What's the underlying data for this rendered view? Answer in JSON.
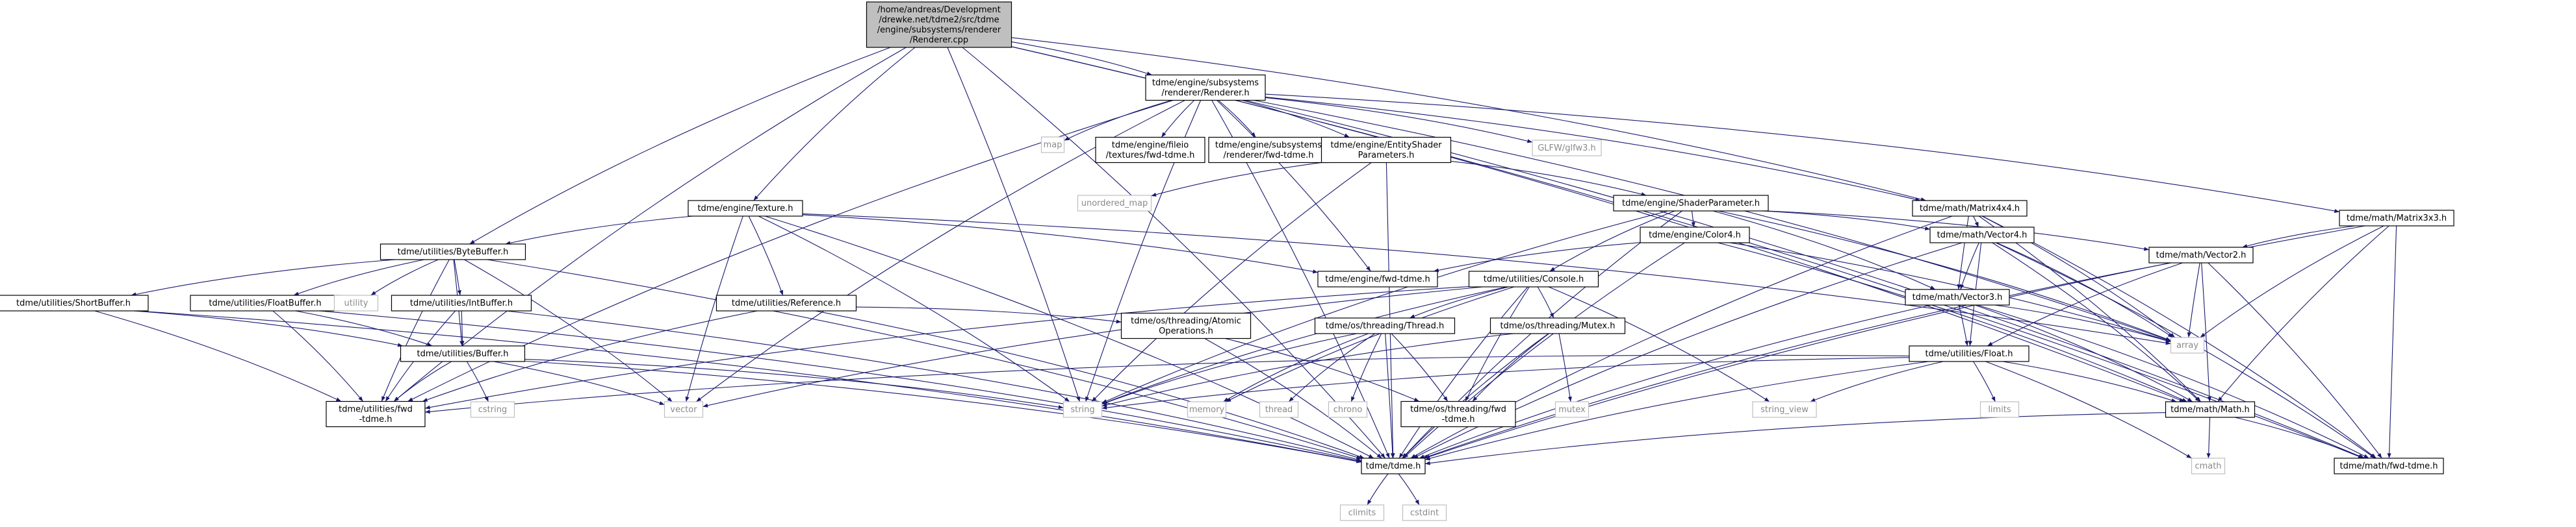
{
  "diagram": {
    "colors": {
      "edge": "#191970",
      "root_fill": "#bfbfbf",
      "sys_border": "#bfbfbf",
      "sys_text": "#8a8a8a"
    },
    "nodes": [
      {
        "id": "root",
        "kind": "root",
        "lines": [
          "/home/andreas/Development",
          "/drewke.net/tdme2/src/tdme",
          "/engine/subsystems/renderer",
          "/Renderer.cpp"
        ]
      },
      {
        "id": "renderer_h",
        "kind": "doc",
        "lines": [
          "tdme/engine/subsystems",
          "/renderer/Renderer.h"
        ]
      },
      {
        "id": "texture_h",
        "kind": "doc",
        "lines": [
          "tdme/engine/Texture.h"
        ]
      },
      {
        "id": "bytebuffer_h",
        "kind": "doc",
        "lines": [
          "tdme/utilities/ByteBuffer.h"
        ]
      },
      {
        "id": "matrix4x4_h",
        "kind": "doc",
        "lines": [
          "tdme/math/Matrix4x4.h"
        ]
      },
      {
        "id": "matrix3x3_h",
        "kind": "doc",
        "lines": [
          "tdme/math/Matrix3x3.h"
        ]
      },
      {
        "id": "map",
        "kind": "sys",
        "lines": [
          "map"
        ]
      },
      {
        "id": "fileio_fwd",
        "kind": "doc",
        "lines": [
          "tdme/engine/fileio",
          "/textures/fwd-tdme.h"
        ]
      },
      {
        "id": "renderer_fwd",
        "kind": "doc",
        "lines": [
          "tdme/engine/subsystems",
          "/renderer/fwd-tdme.h"
        ]
      },
      {
        "id": "entityshader_h",
        "kind": "doc",
        "lines": [
          "tdme/engine/EntityShader",
          "Parameters.h"
        ]
      },
      {
        "id": "glfw",
        "kind": "sys",
        "lines": [
          "GLFW/glfw3.h"
        ]
      },
      {
        "id": "unordered_map",
        "kind": "sys",
        "lines": [
          "unordered_map"
        ]
      },
      {
        "id": "shaderparam_h",
        "kind": "doc",
        "lines": [
          "tdme/engine/ShaderParameter.h"
        ]
      },
      {
        "id": "color4_h",
        "kind": "doc",
        "lines": [
          "tdme/engine/Color4.h"
        ]
      },
      {
        "id": "vector4_h",
        "kind": "doc",
        "lines": [
          "tdme/math/Vector4.h"
        ]
      },
      {
        "id": "vector2_h",
        "kind": "doc",
        "lines": [
          "tdme/math/Vector2.h"
        ]
      },
      {
        "id": "engine_fwd",
        "kind": "doc",
        "lines": [
          "tdme/engine/fwd-tdme.h"
        ]
      },
      {
        "id": "console_h",
        "kind": "doc",
        "lines": [
          "tdme/utilities/Console.h"
        ]
      },
      {
        "id": "vector3_h",
        "kind": "doc",
        "lines": [
          "tdme/math/Vector3.h"
        ]
      },
      {
        "id": "shortbuffer_h",
        "kind": "doc",
        "lines": [
          "tdme/utilities/ShortBuffer.h"
        ]
      },
      {
        "id": "floatbuffer_h",
        "kind": "doc",
        "lines": [
          "tdme/utilities/FloatBuffer.h"
        ]
      },
      {
        "id": "utility",
        "kind": "sys",
        "lines": [
          "utility"
        ]
      },
      {
        "id": "intbuffer_h",
        "kind": "doc",
        "lines": [
          "tdme/utilities/IntBuffer.h"
        ]
      },
      {
        "id": "reference_h",
        "kind": "doc",
        "lines": [
          "tdme/utilities/Reference.h"
        ]
      },
      {
        "id": "atomicops_h",
        "kind": "doc",
        "lines": [
          "tdme/os/threading/Atomic",
          "Operations.h"
        ]
      },
      {
        "id": "thread_h",
        "kind": "doc",
        "lines": [
          "tdme/os/threading/Thread.h"
        ]
      },
      {
        "id": "mutex_h",
        "kind": "doc",
        "lines": [
          "tdme/os/threading/Mutex.h"
        ]
      },
      {
        "id": "float_h",
        "kind": "doc",
        "lines": [
          "tdme/utilities/Float.h"
        ]
      },
      {
        "id": "array",
        "kind": "sys",
        "lines": [
          "array"
        ]
      },
      {
        "id": "buffer_h",
        "kind": "doc",
        "lines": [
          "tdme/utilities/Buffer.h"
        ]
      },
      {
        "id": "utilities_fwd",
        "kind": "doc",
        "lines": [
          "tdme/utilities/fwd",
          "-tdme.h"
        ]
      },
      {
        "id": "vector",
        "kind": "sys",
        "lines": [
          "vector"
        ]
      },
      {
        "id": "cstring",
        "kind": "sys",
        "lines": [
          "cstring"
        ]
      },
      {
        "id": "string",
        "kind": "sys",
        "lines": [
          "string"
        ]
      },
      {
        "id": "memory",
        "kind": "sys",
        "lines": [
          "memory"
        ]
      },
      {
        "id": "thread",
        "kind": "sys",
        "lines": [
          "thread"
        ]
      },
      {
        "id": "chrono",
        "kind": "sys",
        "lines": [
          "chrono"
        ]
      },
      {
        "id": "threading_fwd",
        "kind": "doc",
        "lines": [
          "tdme/os/threading/fwd",
          "-tdme.h"
        ]
      },
      {
        "id": "mutex",
        "kind": "sys",
        "lines": [
          "mutex"
        ]
      },
      {
        "id": "string_view",
        "kind": "sys",
        "lines": [
          "string_view"
        ]
      },
      {
        "id": "limits",
        "kind": "sys",
        "lines": [
          "limits"
        ]
      },
      {
        "id": "math_h",
        "kind": "doc",
        "lines": [
          "tdme/math/Math.h"
        ]
      },
      {
        "id": "tdme_h",
        "kind": "doc",
        "lines": [
          "tdme/tdme.h"
        ]
      },
      {
        "id": "cmath",
        "kind": "sys",
        "lines": [
          "cmath"
        ]
      },
      {
        "id": "math_fwd",
        "kind": "doc",
        "lines": [
          "tdme/math/fwd-tdme.h"
        ]
      },
      {
        "id": "climits",
        "kind": "sys",
        "lines": [
          "climits"
        ]
      },
      {
        "id": "cstdint",
        "kind": "sys",
        "lines": [
          "cstdint"
        ]
      }
    ],
    "edges": [
      [
        "root",
        "renderer_h"
      ],
      [
        "root",
        "texture_h"
      ],
      [
        "root",
        "bytebuffer_h"
      ],
      [
        "root",
        "matrix4x4_h"
      ],
      [
        "root",
        "string"
      ],
      [
        "root",
        "tdme_h"
      ],
      [
        "root",
        "math_h"
      ],
      [
        "root",
        "utilities_fwd"
      ],
      [
        "root",
        "math_fwd"
      ],
      [
        "renderer_h",
        "map"
      ],
      [
        "renderer_h",
        "fileio_fwd"
      ],
      [
        "renderer_h",
        "renderer_fwd"
      ],
      [
        "renderer_h",
        "entityshader_h"
      ],
      [
        "renderer_h",
        "glfw"
      ],
      [
        "renderer_h",
        "matrix4x4_h"
      ],
      [
        "renderer_h",
        "matrix3x3_h"
      ],
      [
        "renderer_h",
        "engine_fwd"
      ],
      [
        "renderer_h",
        "array"
      ],
      [
        "renderer_h",
        "string"
      ],
      [
        "renderer_h",
        "vector"
      ],
      [
        "renderer_h",
        "tdme_h"
      ],
      [
        "renderer_h",
        "utilities_fwd"
      ],
      [
        "renderer_h",
        "math_fwd"
      ],
      [
        "entityshader_h",
        "unordered_map"
      ],
      [
        "entityshader_h",
        "shaderparam_h"
      ],
      [
        "entityshader_h",
        "string"
      ],
      [
        "entityshader_h",
        "tdme_h"
      ],
      [
        "shaderparam_h",
        "color4_h"
      ],
      [
        "shaderparam_h",
        "vector4_h"
      ],
      [
        "shaderparam_h",
        "vector3_h"
      ],
      [
        "shaderparam_h",
        "vector2_h"
      ],
      [
        "shaderparam_h",
        "console_h"
      ],
      [
        "shaderparam_h",
        "string"
      ],
      [
        "shaderparam_h",
        "array"
      ],
      [
        "shaderparam_h",
        "tdme_h"
      ],
      [
        "color4_h",
        "engine_fwd"
      ],
      [
        "color4_h",
        "array"
      ],
      [
        "color4_h",
        "math_h"
      ],
      [
        "color4_h",
        "tdme_h"
      ],
      [
        "texture_h",
        "bytebuffer_h"
      ],
      [
        "texture_h",
        "reference_h"
      ],
      [
        "texture_h",
        "engine_fwd"
      ],
      [
        "texture_h",
        "vector"
      ],
      [
        "texture_h",
        "string"
      ],
      [
        "texture_h",
        "array"
      ],
      [
        "texture_h",
        "tdme_h"
      ],
      [
        "bytebuffer_h",
        "shortbuffer_h"
      ],
      [
        "bytebuffer_h",
        "floatbuffer_h"
      ],
      [
        "bytebuffer_h",
        "utility"
      ],
      [
        "bytebuffer_h",
        "intbuffer_h"
      ],
      [
        "bytebuffer_h",
        "buffer_h"
      ],
      [
        "bytebuffer_h",
        "vector"
      ],
      [
        "bytebuffer_h",
        "tdme_h"
      ],
      [
        "bytebuffer_h",
        "utilities_fwd"
      ],
      [
        "shortbuffer_h",
        "buffer_h"
      ],
      [
        "shortbuffer_h",
        "utilities_fwd"
      ],
      [
        "shortbuffer_h",
        "tdme_h"
      ],
      [
        "floatbuffer_h",
        "buffer_h"
      ],
      [
        "floatbuffer_h",
        "utilities_fwd"
      ],
      [
        "floatbuffer_h",
        "tdme_h"
      ],
      [
        "intbuffer_h",
        "buffer_h"
      ],
      [
        "intbuffer_h",
        "utilities_fwd"
      ],
      [
        "intbuffer_h",
        "tdme_h"
      ],
      [
        "reference_h",
        "atomicops_h"
      ],
      [
        "reference_h",
        "utilities_fwd"
      ],
      [
        "reference_h",
        "tdme_h"
      ],
      [
        "atomicops_h",
        "threading_fwd"
      ],
      [
        "atomicops_h",
        "tdme_h"
      ],
      [
        "buffer_h",
        "cstring"
      ],
      [
        "buffer_h",
        "vector"
      ],
      [
        "buffer_h",
        "string"
      ],
      [
        "buffer_h",
        "tdme_h"
      ],
      [
        "buffer_h",
        "utilities_fwd"
      ],
      [
        "matrix4x4_h",
        "vector4_h"
      ],
      [
        "matrix4x4_h",
        "vector3_h"
      ],
      [
        "matrix4x4_h",
        "array"
      ],
      [
        "matrix4x4_h",
        "math_h"
      ],
      [
        "matrix4x4_h",
        "tdme_h"
      ],
      [
        "matrix4x4_h",
        "math_fwd"
      ],
      [
        "matrix3x3_h",
        "vector2_h"
      ],
      [
        "matrix3x3_h",
        "array"
      ],
      [
        "matrix3x3_h",
        "math_h"
      ],
      [
        "matrix3x3_h",
        "tdme_h"
      ],
      [
        "matrix3x3_h",
        "math_fwd"
      ],
      [
        "vector4_h",
        "vector3_h"
      ],
      [
        "vector4_h",
        "float_h"
      ],
      [
        "vector4_h",
        "array"
      ],
      [
        "vector4_h",
        "math_h"
      ],
      [
        "vector4_h",
        "tdme_h"
      ],
      [
        "vector4_h",
        "math_fwd"
      ],
      [
        "vector3_h",
        "float_h"
      ],
      [
        "vector3_h",
        "array"
      ],
      [
        "vector3_h",
        "math_h"
      ],
      [
        "vector3_h",
        "tdme_h"
      ],
      [
        "vector3_h",
        "math_fwd"
      ],
      [
        "vector2_h",
        "float_h"
      ],
      [
        "vector2_h",
        "array"
      ],
      [
        "vector2_h",
        "math_h"
      ],
      [
        "vector2_h",
        "tdme_h"
      ],
      [
        "vector2_h",
        "math_fwd"
      ],
      [
        "console_h",
        "thread_h"
      ],
      [
        "console_h",
        "mutex_h"
      ],
      [
        "console_h",
        "string"
      ],
      [
        "console_h",
        "string_view"
      ],
      [
        "console_h",
        "vector"
      ],
      [
        "console_h",
        "memory"
      ],
      [
        "console_h",
        "threading_fwd"
      ],
      [
        "console_h",
        "tdme_h"
      ],
      [
        "console_h",
        "utilities_fwd"
      ],
      [
        "thread_h",
        "memory"
      ],
      [
        "thread_h",
        "thread"
      ],
      [
        "thread_h",
        "chrono"
      ],
      [
        "thread_h",
        "string"
      ],
      [
        "thread_h",
        "threading_fwd"
      ],
      [
        "thread_h",
        "tdme_h"
      ],
      [
        "mutex_h",
        "mutex"
      ],
      [
        "mutex_h",
        "string"
      ],
      [
        "mutex_h",
        "threading_fwd"
      ],
      [
        "mutex_h",
        "tdme_h"
      ],
      [
        "float_h",
        "string"
      ],
      [
        "float_h",
        "string_view"
      ],
      [
        "float_h",
        "limits"
      ],
      [
        "float_h",
        "cmath"
      ],
      [
        "float_h",
        "math_h"
      ],
      [
        "float_h",
        "tdme_h"
      ],
      [
        "float_h",
        "utilities_fwd"
      ],
      [
        "math_h",
        "cmath"
      ],
      [
        "math_h",
        "tdme_h"
      ],
      [
        "math_h",
        "math_fwd"
      ],
      [
        "tdme_h",
        "climits"
      ],
      [
        "tdme_h",
        "cstdint"
      ]
    ]
  }
}
